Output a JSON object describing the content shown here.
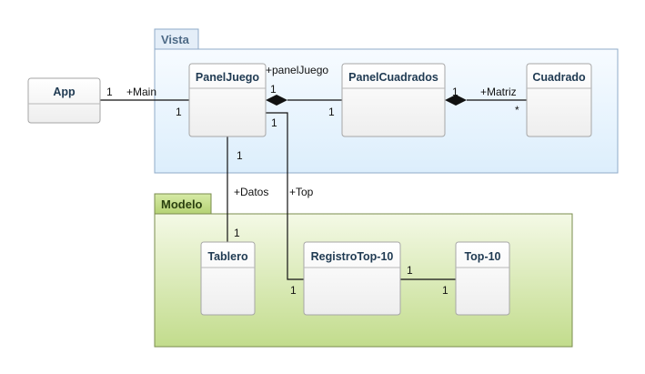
{
  "packages": {
    "vista": {
      "label": "Vista"
    },
    "modelo": {
      "label": "Modelo"
    }
  },
  "classes": {
    "app": "App",
    "panel_juego": "PanelJuego",
    "panel_cuadrados": "PanelCuadrados",
    "cuadrado": "Cuadrado",
    "tablero": "Tablero",
    "registro_top": "RegistroTop-10",
    "top10": "Top-10"
  },
  "relations": {
    "main": {
      "role": "+Main",
      "mult_source": "1",
      "mult_target": "1"
    },
    "panel_juego": {
      "role": "+panelJuego",
      "mult_whole": "1",
      "mult_part": "1"
    },
    "matriz": {
      "role": "+Matriz",
      "mult_whole": "1",
      "mult_part": "*"
    },
    "datos": {
      "role": "+Datos",
      "mult_source": "1",
      "mult_target": "1"
    },
    "top": {
      "role": "+Top",
      "mult_source": "1",
      "mult_target": "1"
    },
    "registro_top10": {
      "mult_source": "1",
      "mult_target": "1"
    }
  },
  "colors": {
    "vista_fill": "#e8f3fc",
    "vista_border": "#7f9fbf",
    "vista_tab": "#e3eef8",
    "vista_tab_text": "#4d6a86",
    "modelo_fill_top": "#f3f8e4",
    "modelo_fill_bottom": "#c3dd8e",
    "modelo_border": "#7a8c4e",
    "modelo_tab": "#c6e08c",
    "modelo_tab_text": "#2b4010",
    "class_fill": "#f5f5f5",
    "class_border": "#a6a6a6",
    "class_text": "#1f3a52"
  }
}
